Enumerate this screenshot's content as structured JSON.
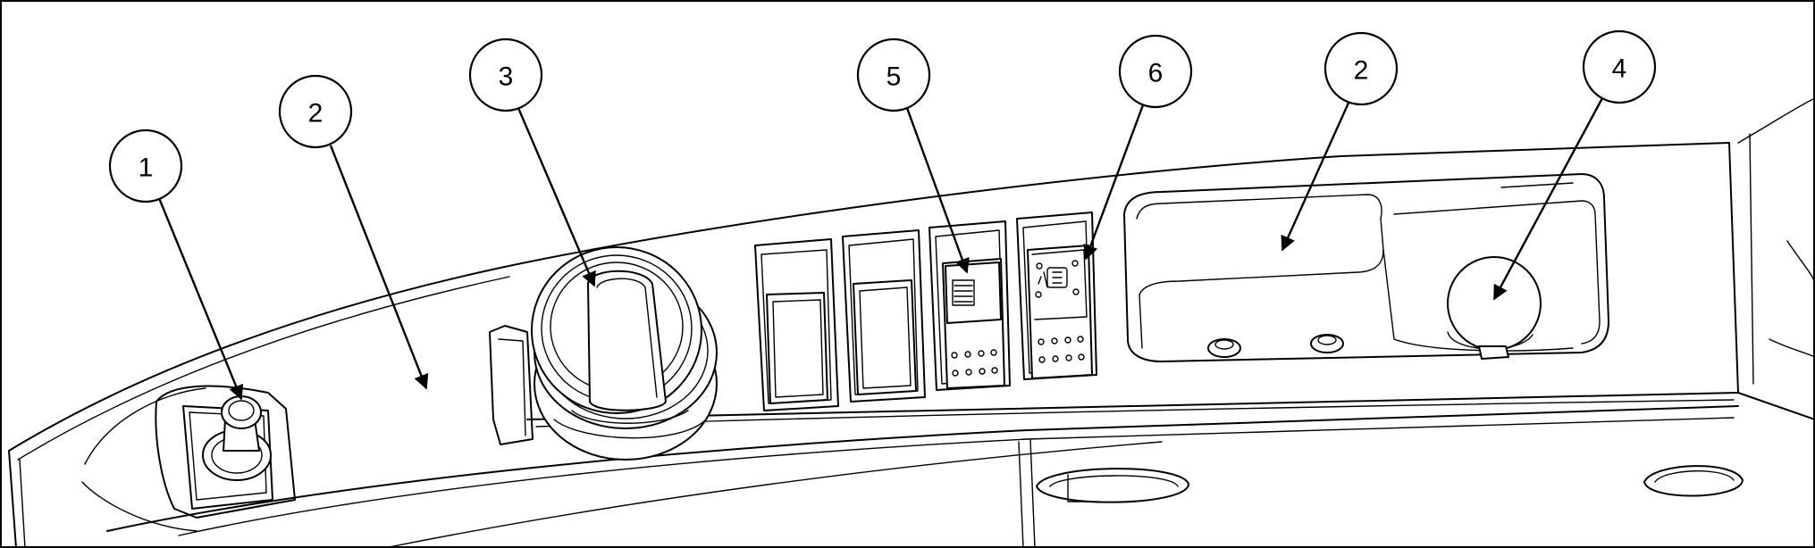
{
  "callouts": [
    {
      "id": "c1",
      "number": "1",
      "target": "toggle-lever"
    },
    {
      "id": "c2a",
      "number": "2",
      "target": "dash-panel-left"
    },
    {
      "id": "c3",
      "number": "3",
      "target": "ignition-knob"
    },
    {
      "id": "c5",
      "number": "5",
      "target": "rocker-switch-a"
    },
    {
      "id": "c6",
      "number": "6",
      "target": "rocker-switch-light"
    },
    {
      "id": "c2b",
      "number": "2",
      "target": "dash-panel-right"
    },
    {
      "id": "c4",
      "number": "4",
      "target": "round-cap"
    }
  ]
}
